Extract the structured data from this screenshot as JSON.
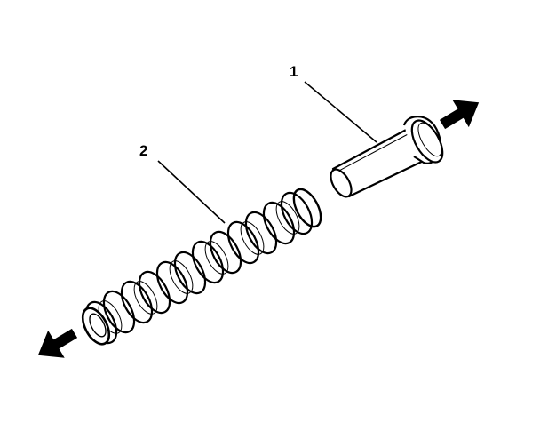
{
  "diagram": {
    "callouts": [
      {
        "id": "pin",
        "label": "1"
      },
      {
        "id": "spring",
        "label": "2"
      }
    ],
    "arrows": [
      {
        "id": "pin-removal-direction",
        "direction": "up-right"
      },
      {
        "id": "spring-removal-direction",
        "direction": "down-left"
      }
    ],
    "colors": {
      "stroke": "#000000",
      "fill": "#ffffff",
      "arrow": "#000000"
    }
  }
}
